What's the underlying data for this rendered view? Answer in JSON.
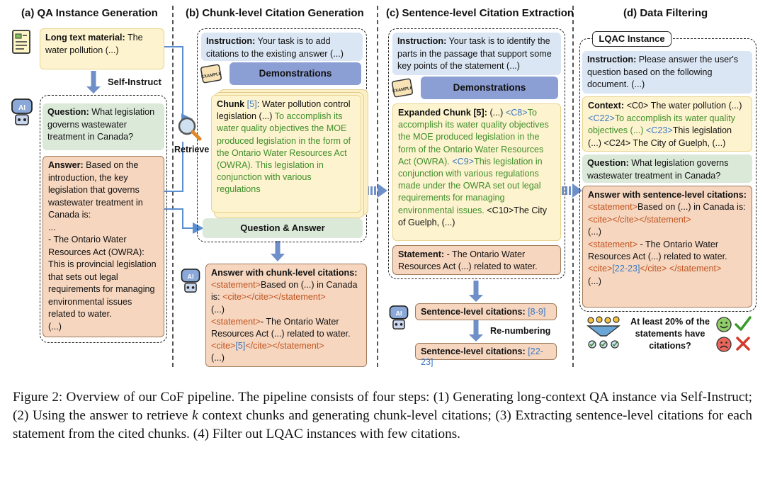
{
  "panels": {
    "a": {
      "title": "(a) QA Instance Generation",
      "long_text_label": "Long text material:",
      "long_text_body": " The water pollution (...)",
      "self_instruct": "Self-Instruct",
      "question_label": "Question:",
      "question_body": " What legislation governs wastewater treatment in Canada?",
      "answer_label": "Answer:",
      "answer_body_1": " Based on the introduction, the key legislation that governs wastewater treatment in Canada is:",
      "answer_body_2": "...",
      "answer_body_3": "- The Ontario Water Resources Act (OWRA): This is provincial legislation that sets out legal requirements for managing environmental issues related to water.",
      "answer_body_4": "(...)"
    },
    "b": {
      "title": "(b) Chunk-level Citation Generation",
      "instruction_label": "Instruction:",
      "instruction_body": " Your task is to add citations to the existing answer (...)",
      "demonstrations": "Demonstrations",
      "retrieve": "Retrieve",
      "chunk_label": "Chunk",
      "chunk_num": " [5]",
      "chunk_black": ": Water pollution control legislation (...) ",
      "chunk_green": "To accomplish its water quality objectives the MOE produced legislation in the form of the Ontario Water Resources Act (OWRA).  This legislation in conjunction with various regulations",
      "qa": "Question & Answer",
      "ans_title": "Answer with chunk-level citations:",
      "ans_l1_tag": "<statement>",
      "ans_l1_txt": "Based on (...) in Canada is: ",
      "ans_l1_tag2": "<cite></cite></statement>",
      "ans_l2": "(...)",
      "ans_l3_tag": "<statement>",
      "ans_l3_txt": "- The Ontario Water Resources Act (...) related to water.",
      "ans_l3_cite_open": "<cite>",
      "ans_l3_cite_num": "[5]",
      "ans_l3_cite_close": "</cite></statement>",
      "ans_l4": "(...)"
    },
    "c": {
      "title": "(c) Sentence-level Citation Extraction",
      "instruction_label": "Instruction:",
      "instruction_body": " Your task is to identify the parts in the passage that support some key points of the statement (...)",
      "demonstrations": "Demonstrations",
      "expanded_label": "Expanded Chunk [5]:",
      "expanded_black1": " (...) ",
      "c8": "<C8>",
      "expanded_green1": "To accomplish its water quality objectives the MOE produced legislation in the form of the Ontario Water Resources Act (OWRA).",
      "c9": " <C9>",
      "expanded_green2": "This legislation in conjunction with various regulations made under the OWRA set out legal requirements for managing environmental issues.",
      "expanded_black2": " <C10>The City of Guelph, (...)",
      "statement_label": "Statement:",
      "statement_body": " - The Ontario Water Resources Act (...) related to water.",
      "sent_cit1_label": "Sentence-level citations: ",
      "sent_cit1_val": "[8-9]",
      "renumbering": "Re-numbering",
      "sent_cit2_label": "Sentence-level citations: ",
      "sent_cit2_val": "[22-23]"
    },
    "d": {
      "title": "(d) Data Filtering",
      "lqac": "LQAC Instance",
      "instruction_label": "Instruction:",
      "instruction_body": " Please answer the user's question based on the following document. (...)",
      "context_label": "Context:",
      "context_black1": " <C0> The water pollution (...) ",
      "c22": "<C22>",
      "context_green1": "To accomplish its water quality objectives (...) ",
      "c23": "<C23>",
      "context_green2": "This legislation",
      "context_black2": " (...) <C24> The City of Guelph, (...)",
      "question_label": "Question:",
      "question_body": " What legislation governs wastewater treatment in Canada?",
      "ans_title": "Answer with sentence-level citations:",
      "ans_l1_tag": "<statement>",
      "ans_l1_txt": "Based on (...) in Canada is:",
      "ans_l1_tag2": "<cite></cite></statement>",
      "ans_l2": "(...)",
      "ans_l3_tag": "<statement>",
      "ans_l3_txt": " - The Ontario Water Resources Act (...) related to water.",
      "ans_l3_cite_open": "<cite>",
      "ans_l3_cite_num": "[22-23]",
      "ans_l3_cite_close": "</cite> </statement>",
      "ans_l4": "(...)",
      "filter_text": "At least 20% of the statements have citations?"
    }
  },
  "caption": {
    "part1": "Figure 2: Overview of our CoF pipeline. The pipeline consists of four steps: (1) Generating long-context QA instance via Self-Instruct; (2) Using the answer to retrieve ",
    "k": "k",
    "part2": " context chunks and generating chunk-level citations; (3) Extracting sentence-level citations for each statement from the cited chunks. (4) Filter out LQAC instances with few citations."
  },
  "colors": {
    "green_text": "#3f8f2a",
    "blue_text": "#3a78c4",
    "orange_tag": "#c0531f",
    "arrow": "#6f8fc9"
  },
  "icons": [
    "document-icon",
    "robot-ai-icon",
    "magnifier-icon",
    "example-scroll-icon",
    "funnel-icon",
    "smiley-icon",
    "sad-face-icon",
    "check-icon",
    "cross-icon"
  ]
}
